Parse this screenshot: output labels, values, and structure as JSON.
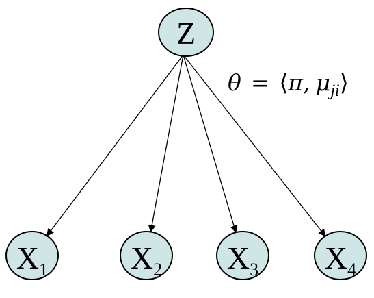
{
  "colors": {
    "node_fill": "#cfe5e6",
    "node_stroke": "#000000",
    "edge": "#000000"
  },
  "nodes": {
    "root": {
      "label": "Z"
    },
    "children": [
      {
        "base": "X",
        "sub": "1"
      },
      {
        "base": "X",
        "sub": "2"
      },
      {
        "base": "X",
        "sub": "3"
      },
      {
        "base": "X",
        "sub": "4"
      }
    ]
  },
  "formula": {
    "theta": "θ",
    "equals": "=",
    "open": "⟨",
    "pi": "π",
    "comma": ",",
    "mu": "μ",
    "mu_sub": "ji",
    "close": "⟩"
  }
}
